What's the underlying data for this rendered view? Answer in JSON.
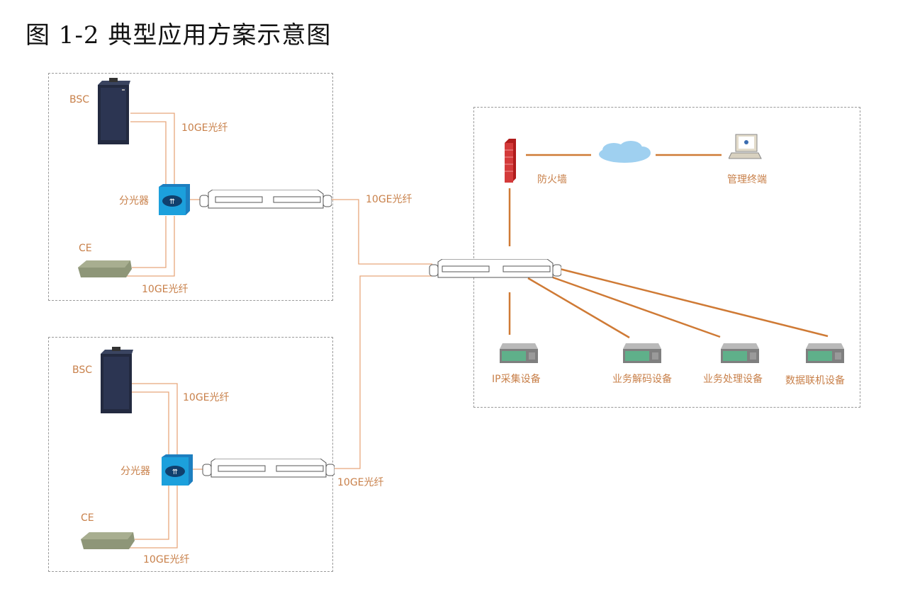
{
  "title": "图 1-2  典型应用方案示意图",
  "colors": {
    "label": "#c8804a",
    "fiber_thin": "#e8a77c",
    "link_thick": "#cf7a35",
    "zone_border": "#9a9a9a"
  },
  "site_a": {
    "bsc_label": "BSC",
    "ce_label": "CE",
    "splitter_label": "分光器",
    "fiber_top_label": "10GE光纤",
    "fiber_bottom_label": "10GE光纤",
    "uplink_label": "10GE光纤"
  },
  "site_b": {
    "bsc_label": "BSC",
    "ce_label": "CE",
    "splitter_label": "分光器",
    "fiber_top_label": "10GE光纤",
    "fiber_bottom_label": "10GE光纤",
    "uplink_label": "10GE光纤"
  },
  "core": {
    "firewall_label": "防火墙",
    "terminal_label": "管理终端",
    "devices": [
      {
        "label": "IP采集设备"
      },
      {
        "label": "业务解码设备"
      },
      {
        "label": "业务处理设备"
      },
      {
        "label": "数据联机设备"
      }
    ]
  }
}
